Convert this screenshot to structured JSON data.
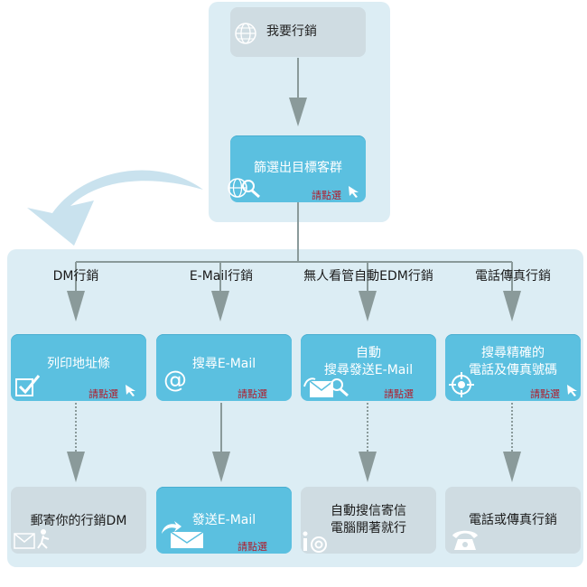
{
  "top": {
    "start_label": "我要行銷",
    "filter_label": "篩選出目標客群",
    "filter_click": "請點選"
  },
  "categories": [
    {
      "title": "DM行銷"
    },
    {
      "title": "E-Mail行銷"
    },
    {
      "title": "無人看管自動EDM行銷"
    },
    {
      "title": "電話傳真行銷"
    }
  ],
  "step1": [
    {
      "label": "列印地址條",
      "click": "請點選"
    },
    {
      "label": "搜尋E-Mail",
      "click": "請點選"
    },
    {
      "line1": "自動",
      "line2": "搜尋發送E-Mail",
      "click": "請點選"
    },
    {
      "line1": "搜尋精確的",
      "line2": "電話及傳真號碼",
      "click": "請點選"
    }
  ],
  "step2": [
    {
      "label": "郵寄你的行銷DM"
    },
    {
      "label": "發送E-Mail",
      "click": "請點選"
    },
    {
      "line1": "自動搜信寄信",
      "line2": "電腦開著就行"
    },
    {
      "label": "電話或傳真行銷"
    }
  ],
  "colors": {
    "panel": "#dcedf4",
    "blue_box": "#5bc0e0",
    "gray_box": "#cfdce2",
    "arrow": "#8a9a9a",
    "click_text": "#b01c2c"
  }
}
